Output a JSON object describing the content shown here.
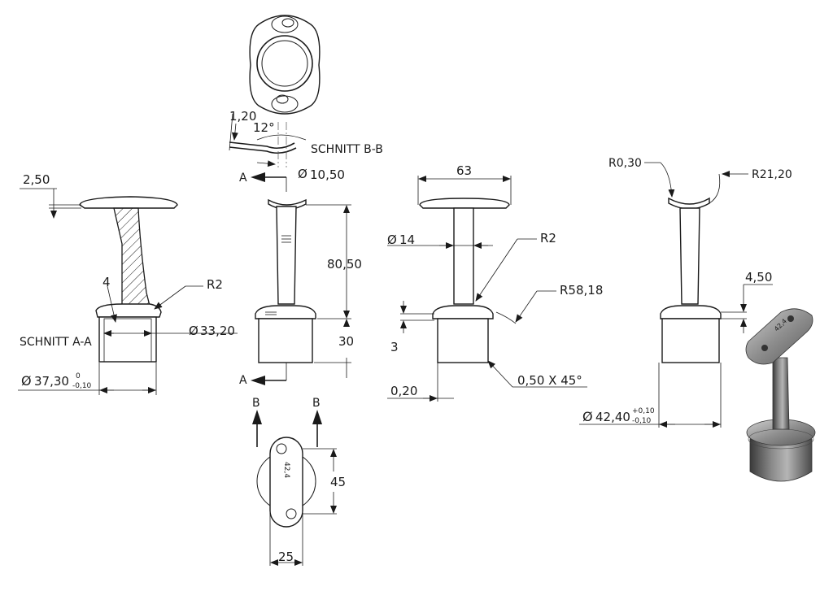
{
  "drawing": {
    "section_a_label": "SCHNITT A-A",
    "section_b_label": "SCHNITT B-B",
    "cut_markers": {
      "a": "A",
      "b": "B"
    },
    "dims": {
      "plate_thickness": "2,50",
      "wall": "4",
      "radius_r2_left": "R2",
      "inner_dia": "33,20",
      "outer_dia_value": "37,30",
      "outer_dia_tol_upper": "0",
      "outer_dia_tol_lower": "-0,10",
      "dim_1_20": "1,20",
      "angle_12": "12°",
      "dia_10_50": "10,50",
      "height_80_50": "80,50",
      "height_30": "30",
      "width_63": "63",
      "dia_14": "14",
      "radius_r2_mid": "R2",
      "radius_r58": "R58,18",
      "dim_3": "3",
      "dim_0_20": "0,20",
      "chamfer": "0,50 X 45°",
      "radius_r0_30": "R0,30",
      "radius_r21_20": "R21,20",
      "dim_4_50": "4,50",
      "dia_42_40": "42,40",
      "dia_42_tol_upper": "+0,10",
      "dia_42_tol_lower": "-0,10",
      "height_45": "45",
      "width_25": "25",
      "engraving": "42,4",
      "diameter_symbol": "Ø"
    }
  }
}
